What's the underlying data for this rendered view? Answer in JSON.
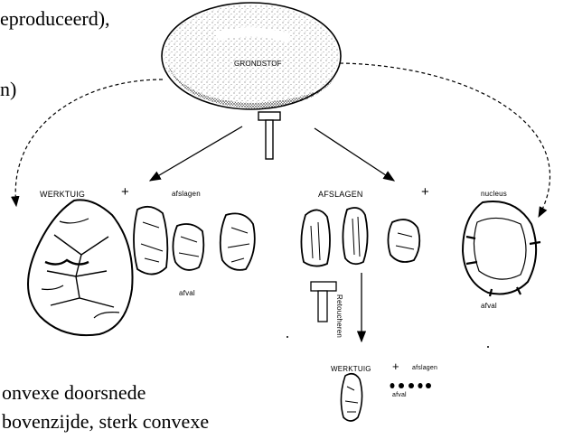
{
  "document": {
    "text_lines": [
      "eproduceerd),",
      "n)",
      "onvexe doorsnede",
      "bovenzijde, sterk convexe"
    ]
  },
  "diagram": {
    "stone_label": "GRONDSTOF",
    "left_branch": {
      "tool_label": "WERKTUIG",
      "plus": "+",
      "flakes_label": "afslagen",
      "waste_label": "afval"
    },
    "right_branch": {
      "flakes_label": "AFSLAGEN",
      "plus": "+",
      "core_label": "nucleus",
      "waste_label": "afval",
      "retouch_label": "Retoucheren"
    },
    "bottom": {
      "tool_label": "WERKTUIG",
      "plus": "+",
      "flakes_label": "afslagen",
      "waste_label": "afval"
    }
  }
}
